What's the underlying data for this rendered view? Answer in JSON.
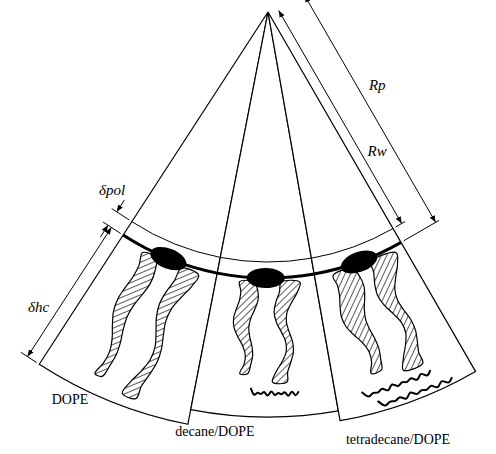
{
  "diagram": {
    "labels": [
      "Rp",
      "Rw",
      "δpol",
      "δhc",
      "DOPE",
      "decane/DOPE",
      "tetradecane/DOPE"
    ]
  }
}
